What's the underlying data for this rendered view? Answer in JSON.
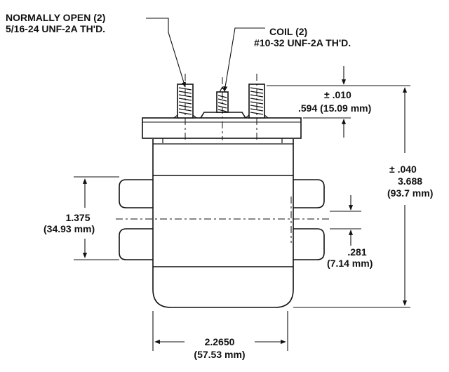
{
  "callouts": {
    "normally_open": {
      "line1": "NORMALLY OPEN (2)",
      "line2": "5/16-24 UNF-2A TH'D."
    },
    "coil": {
      "line1": "COIL (2)",
      "line2": "#10-32 UNF-2A TH'D."
    }
  },
  "dimensions": {
    "terminal_height": {
      "tolerance": "± .010",
      "value": ".594 (15.09 mm)"
    },
    "overall_height": {
      "tolerance": "± .040",
      "value_in": "3.688",
      "value_mm": "(93.7 mm)"
    },
    "bracket_spacing": {
      "value_in": "1.375",
      "value_mm": "(34.93 mm)"
    },
    "bracket_gap": {
      "value_in": ".281",
      "value_mm": "(7.14 mm)"
    },
    "body_width": {
      "value_in": "2.2650",
      "value_mm": "(57.53 mm)"
    }
  },
  "colors": {
    "line": "#111111",
    "background": "#ffffff"
  }
}
